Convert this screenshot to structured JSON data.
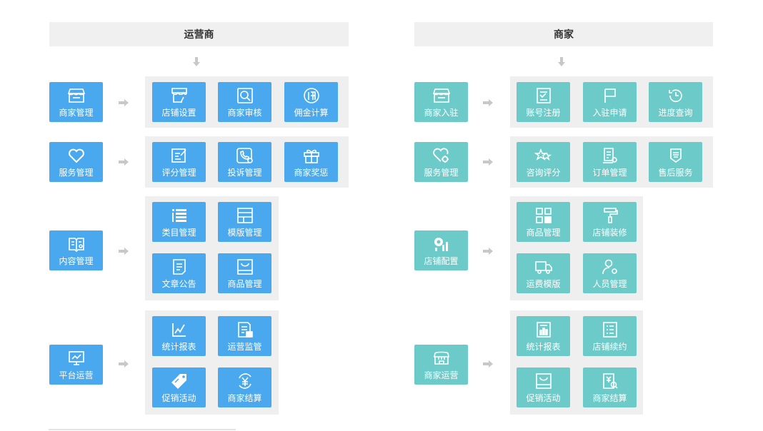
{
  "left": {
    "title": "运营商",
    "rows": [
      {
        "main": {
          "label": "商家管理",
          "icon": "storefront-icon"
        },
        "items": [
          {
            "label": "店铺设置",
            "icon": "shop-settings-icon"
          },
          {
            "label": "商家审核",
            "icon": "search-review-icon"
          },
          {
            "label": "佣金计算",
            "icon": "commission-icon"
          }
        ]
      },
      {
        "main": {
          "label": "服务管理",
          "icon": "heart-icon"
        },
        "items": [
          {
            "label": "评分管理",
            "icon": "rating-edit-icon"
          },
          {
            "label": "投诉管理",
            "icon": "phone-complaint-icon"
          },
          {
            "label": "商家奖惩",
            "icon": "gift-icon"
          }
        ]
      },
      {
        "main": {
          "label": "内容管理",
          "icon": "book-content-icon"
        },
        "items": [
          {
            "label": "类目管理",
            "icon": "category-list-icon"
          },
          {
            "label": "模版管理",
            "icon": "template-layout-icon"
          },
          {
            "label": "文章公告",
            "icon": "article-icon"
          },
          {
            "label": "商品管理",
            "icon": "product-bag-icon"
          }
        ]
      },
      {
        "main": {
          "label": "平台运营",
          "icon": "monitor-chart-icon"
        },
        "items": [
          {
            "label": "统计报表",
            "icon": "line-chart-icon"
          },
          {
            "label": "运营监管",
            "icon": "document-supervise-icon"
          },
          {
            "label": "促销活动",
            "icon": "sale-tag-icon"
          },
          {
            "label": "商家结算",
            "icon": "yen-settle-icon"
          }
        ]
      }
    ]
  },
  "right": {
    "title": "商家",
    "rows": [
      {
        "main": {
          "label": "商家入驻",
          "icon": "storefront-icon"
        },
        "items": [
          {
            "label": "账号注册",
            "icon": "register-form-icon"
          },
          {
            "label": "入驻申请",
            "icon": "flag-icon"
          },
          {
            "label": "进度查询",
            "icon": "progress-clock-icon"
          }
        ]
      },
      {
        "main": {
          "label": "服务管理",
          "icon": "heart-gear-icon"
        },
        "items": [
          {
            "label": "咨询评分",
            "icon": "stars-icon"
          },
          {
            "label": "订单管理",
            "icon": "order-settings-icon"
          },
          {
            "label": "售后服务",
            "icon": "after-sale-icon"
          }
        ]
      },
      {
        "main": {
          "label": "店铺配置",
          "icon": "gear-bars-icon"
        },
        "items": [
          {
            "label": "商品管理",
            "icon": "grid-products-icon"
          },
          {
            "label": "店铺装修",
            "icon": "paint-roller-icon"
          },
          {
            "label": "运费模版",
            "icon": "delivery-truck-icon"
          },
          {
            "label": "人员管理",
            "icon": "user-gear-icon"
          }
        ]
      },
      {
        "main": {
          "label": "商家运营",
          "icon": "store-ops-icon"
        },
        "items": [
          {
            "label": "统计报表",
            "icon": "report-doc-icon"
          },
          {
            "label": "店铺续约",
            "icon": "renew-list-icon"
          },
          {
            "label": "促销活动",
            "icon": "product-bag-icon"
          },
          {
            "label": "商家结算",
            "icon": "settle-doc-icon"
          }
        ]
      }
    ]
  },
  "colors": {
    "operator_blue": "#4aa8ee",
    "merchant_teal": "#6ccbc9",
    "group_bg": "#efefef",
    "arrow": "#c8c8c8"
  }
}
